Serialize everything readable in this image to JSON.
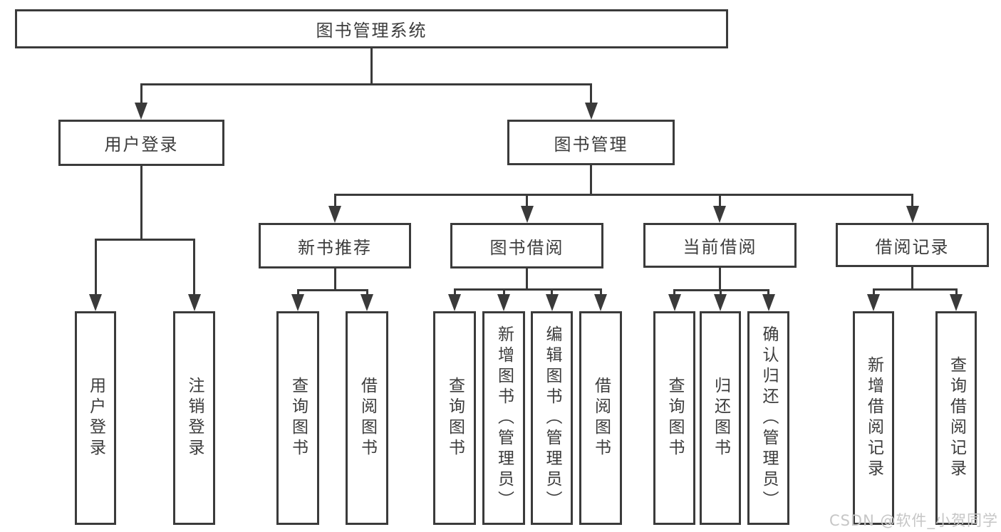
{
  "diagram": {
    "root": "图书管理系统",
    "level2": {
      "user_login": "用户登录",
      "book_mgmt": "图书管理"
    },
    "level3": {
      "new_books": "新书推荐",
      "book_borrow": "图书借阅",
      "current_borrow": "当前借阅",
      "borrow_records": "借阅记录"
    },
    "leaves": {
      "user_login": [
        "用户登录",
        "注销登录"
      ],
      "new_books": [
        "查询图书",
        "借阅图书"
      ],
      "book_borrow": [
        "查询图书",
        "新增图书（管理员）",
        "编辑图书（管理员）",
        "借阅图书"
      ],
      "current_borrow": [
        "查询图书",
        "归还图书",
        "确认归还（管理员）"
      ],
      "borrow_records": [
        "新增借阅记录",
        "查询借阅记录"
      ]
    }
  },
  "watermark": "CSDN @软件_小贺同学",
  "colors": {
    "line": "#3a3a3a",
    "border": "#3b3b3b",
    "text": "#3c3c3c",
    "background": "#ffffff",
    "watermark": "#c6c6c6"
  }
}
